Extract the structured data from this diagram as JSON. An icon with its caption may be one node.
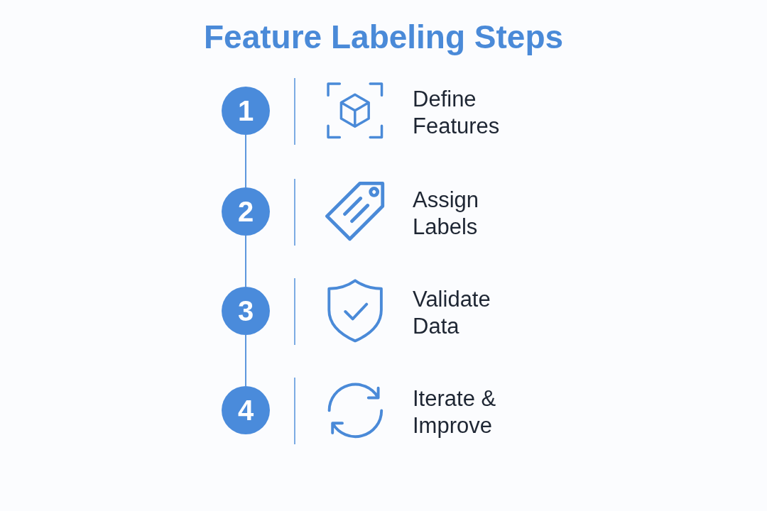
{
  "diagram": {
    "title": "Feature Labeling Steps",
    "nodes": [
      {
        "text": [
          "1"
        ]
      },
      {
        "text": [
          "2"
        ]
      },
      {
        "text": [
          "3"
        ]
      },
      {
        "text": [
          "4"
        ]
      }
    ],
    "edges": [
      {
        "from": 0,
        "to": 1,
        "arrow": "none"
      },
      {
        "from": 1,
        "to": 2,
        "arrow": "none"
      },
      {
        "from": 2,
        "to": 3,
        "arrow": "none"
      }
    ],
    "labels": [
      "Define Features",
      "Assign Labels",
      "Validate Data",
      "Iterate & Improve"
    ]
  }
}
